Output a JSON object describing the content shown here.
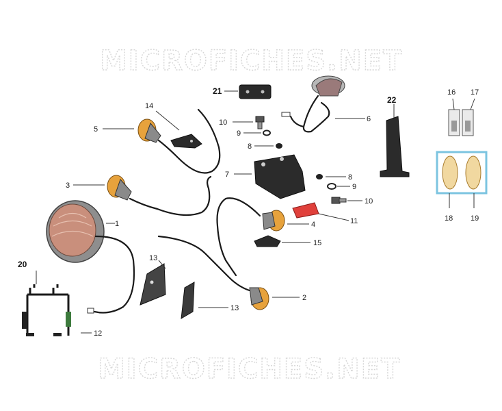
{
  "watermark": {
    "top": "MICROFICHES.NET",
    "bottom": "MICROFICHES.NET"
  },
  "callouts": {
    "p1": "1",
    "p2": "2",
    "p3": "3",
    "p4": "4",
    "p5": "5",
    "p6": "6",
    "p7": "7",
    "p8a": "8",
    "p8b": "8",
    "p9a": "9",
    "p9b": "9",
    "p10a": "10",
    "p10b": "10",
    "p11": "11",
    "p12": "12",
    "p13a": "13",
    "p13b": "13",
    "p14": "14",
    "p15": "15",
    "p16": "16",
    "p17": "17",
    "p18": "18",
    "p19": "19",
    "p20": "20",
    "p21": "21",
    "p22": "22"
  },
  "colors": {
    "amber": "#e7a23c",
    "chrome": "#9a9a9a",
    "reflector_red": "#e0403b",
    "bulb_box_border": "#7cc4e0",
    "headlight_glass": "#c98f7c"
  }
}
